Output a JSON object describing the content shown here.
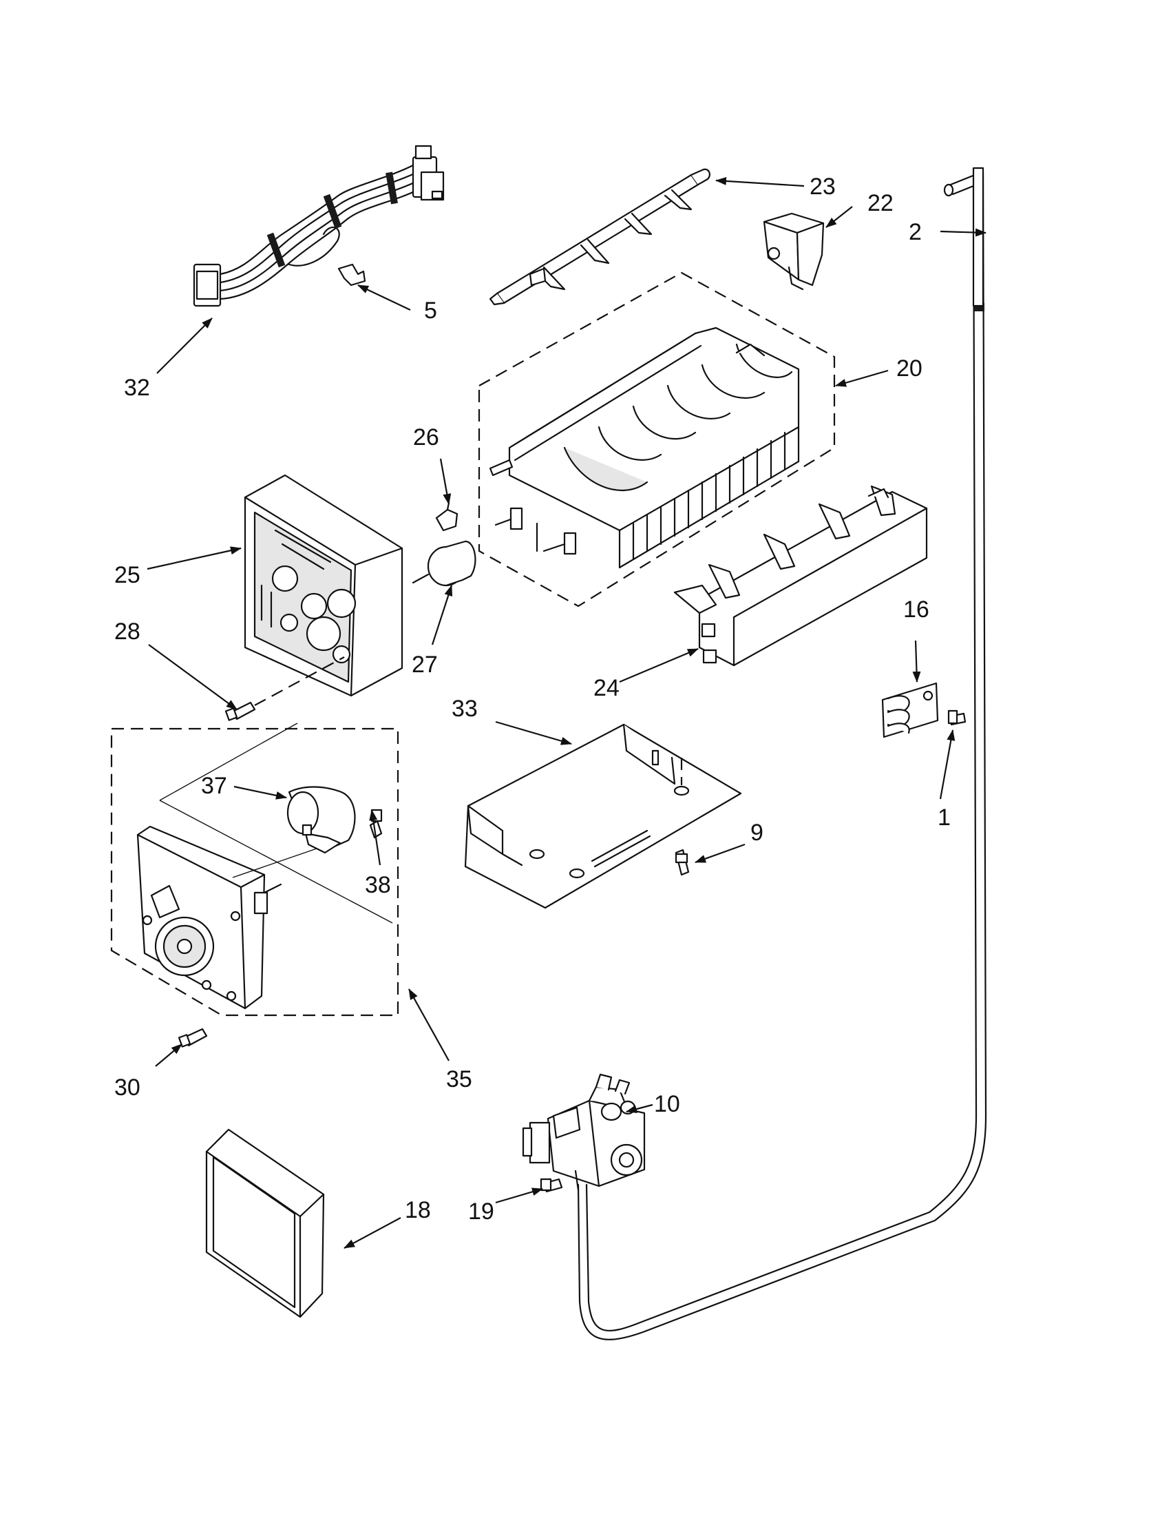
{
  "labels": {
    "n1": "1",
    "n2": "2",
    "n5": "5",
    "n9": "9",
    "n10": "10",
    "n16": "16",
    "n18": "18",
    "n19": "19",
    "n20": "20",
    "n22": "22",
    "n23": "23",
    "n24": "24",
    "n25": "25",
    "n26": "26",
    "n27": "27",
    "n28": "28",
    "n30": "30",
    "n32": "32",
    "n33": "33",
    "n35": "35",
    "n37": "37",
    "n38": "38"
  },
  "line_color": "#111111",
  "background": "#ffffff"
}
